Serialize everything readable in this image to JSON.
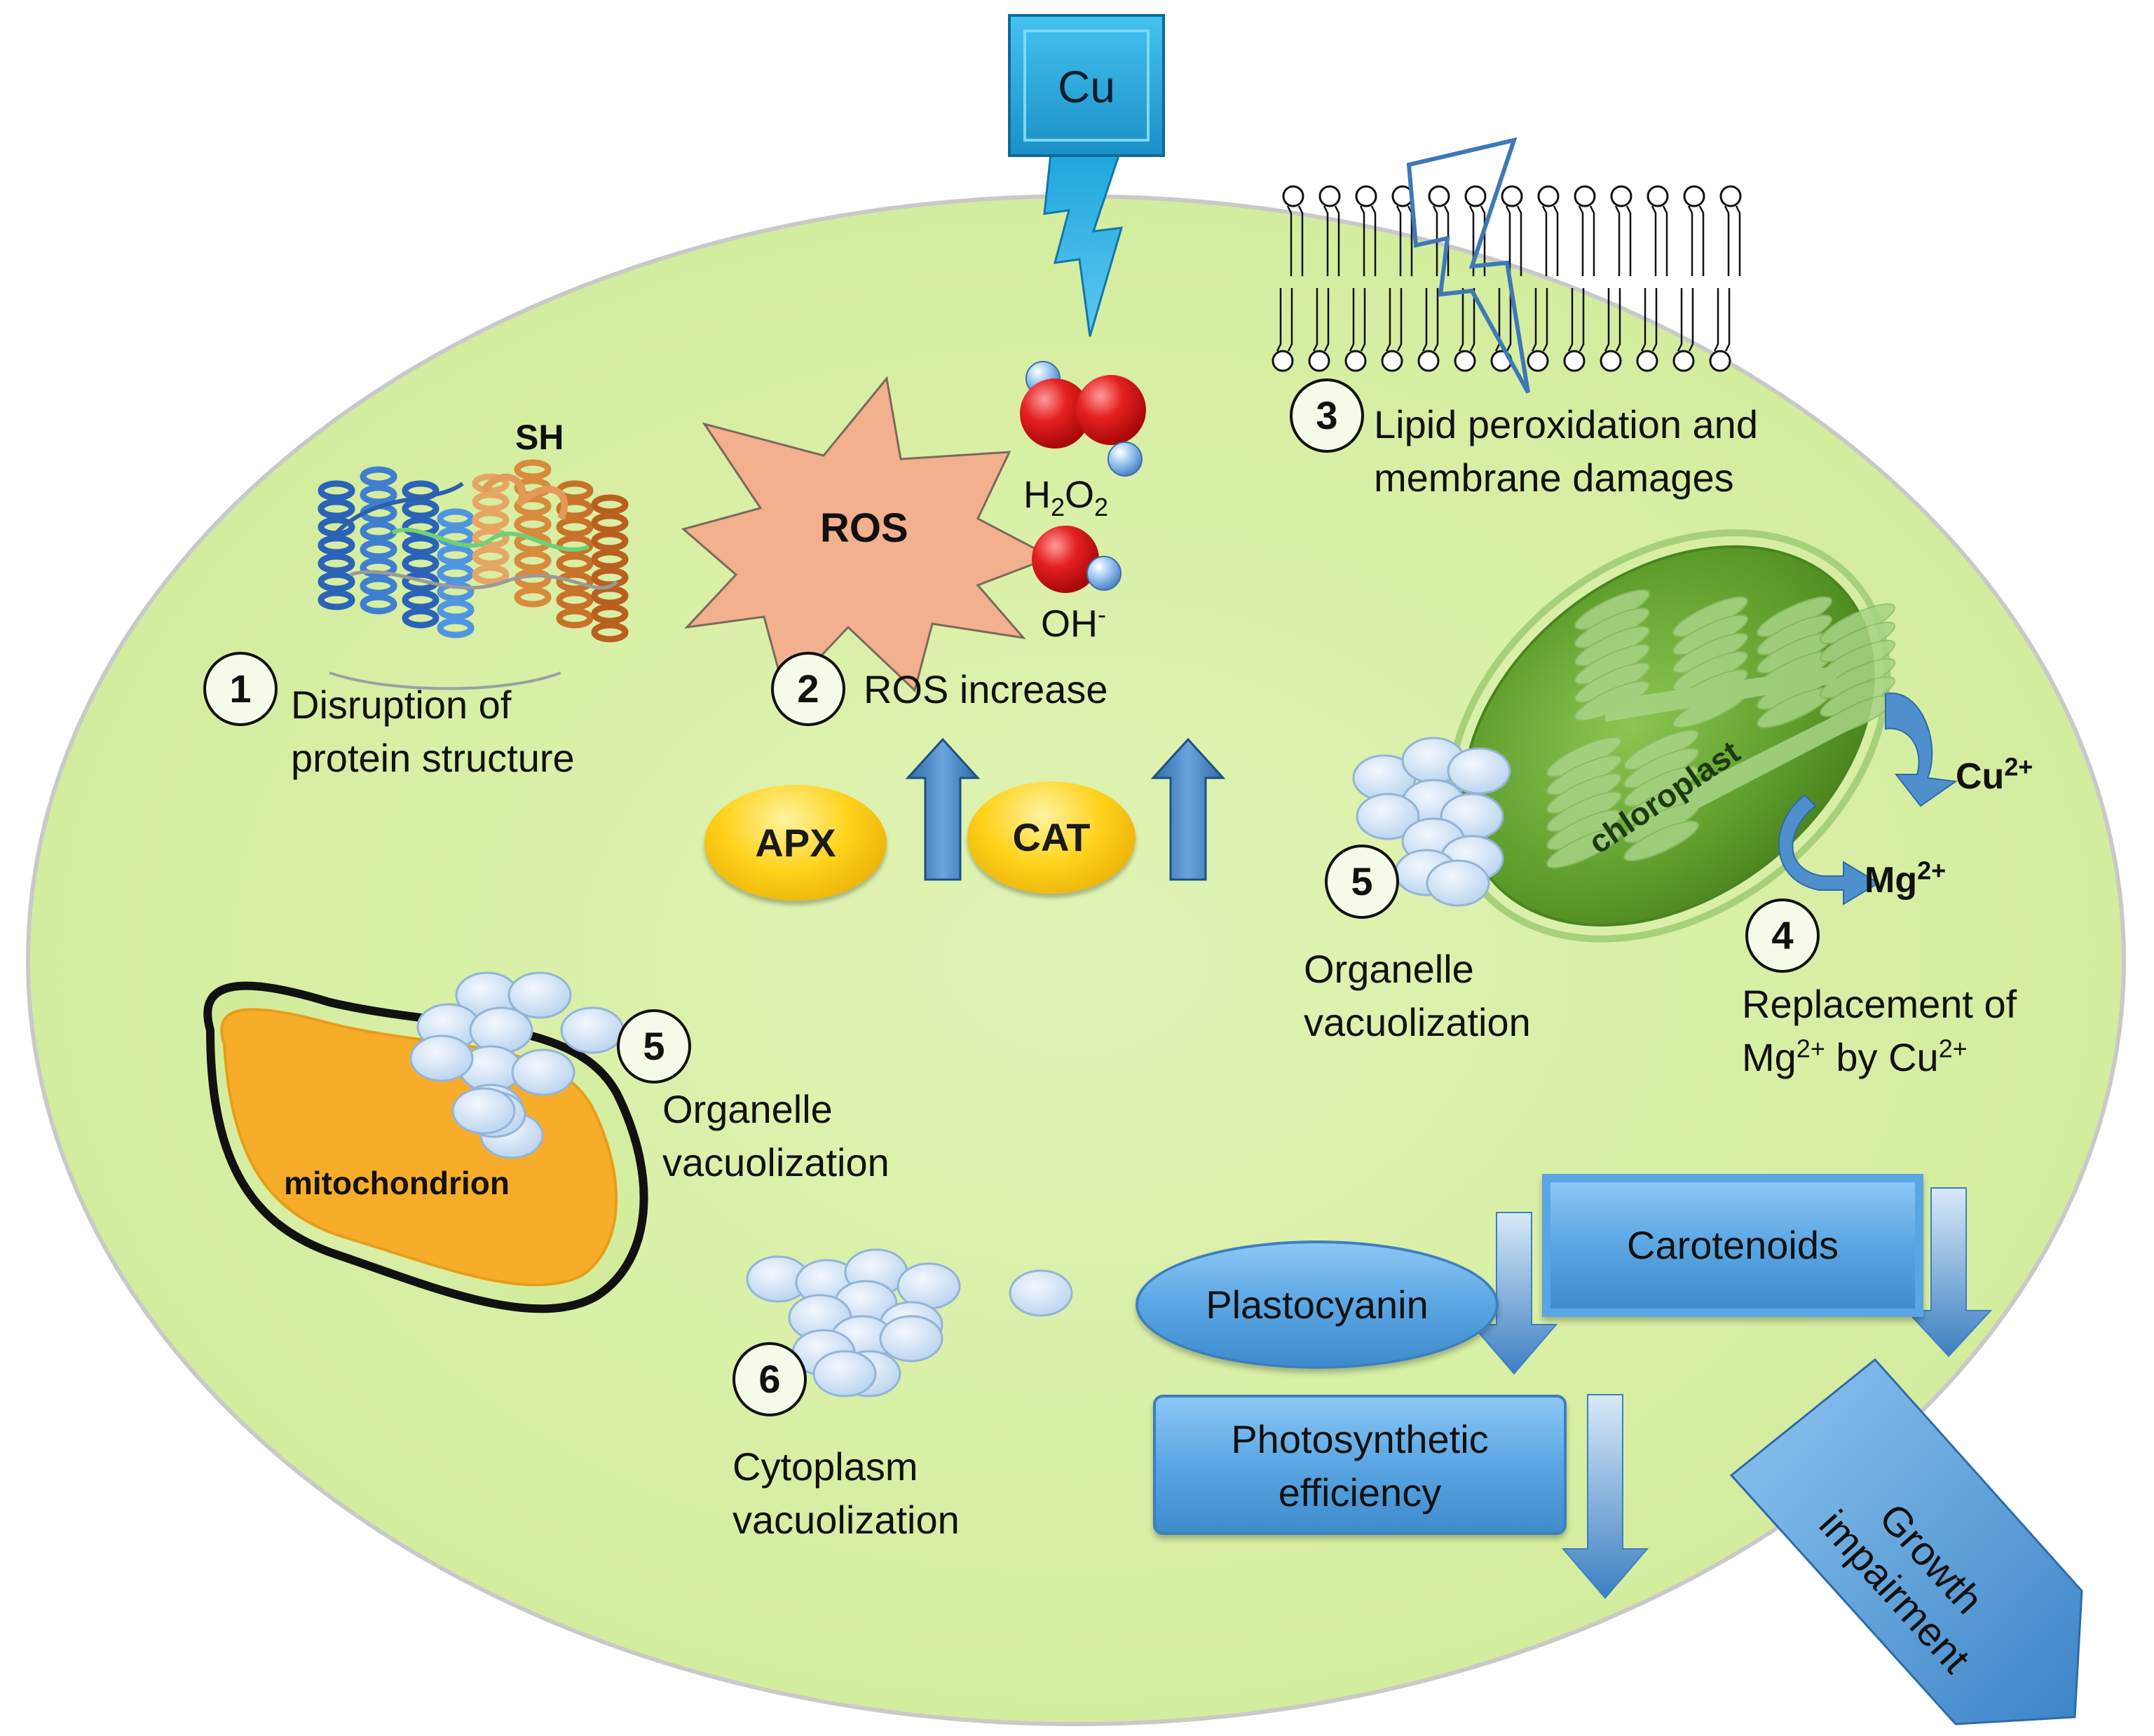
{
  "cu_label": "Cu",
  "sh_label": "SH",
  "ros_label": "ROS",
  "h2o2": {
    "main": "H",
    "sub1": "2",
    "mid": "O",
    "sub2": "2"
  },
  "oh": {
    "main": "OH",
    "sup": "-"
  },
  "steps": {
    "s1": {
      "num": "1",
      "line1": "Disruption of",
      "line2": "protein structure"
    },
    "s2": {
      "num": "2",
      "line1": "ROS increase"
    },
    "s3": {
      "num": "3",
      "line1": "Lipid peroxidation and",
      "line2": "membrane damages"
    },
    "s4": {
      "num": "4",
      "line1": "Replacement of",
      "mg": "Mg",
      "by": " by Cu",
      "sup": "2+"
    },
    "s5a": {
      "num": "5",
      "line1": "Organelle",
      "line2": "vacuolization"
    },
    "s5b": {
      "num": "5",
      "line1": "Organelle",
      "line2": "vacuolization"
    },
    "s6": {
      "num": "6",
      "line1": "Cytoplasm",
      "line2": "vacuolization"
    }
  },
  "enzymes": {
    "apx": "APX",
    "cat": "CAT"
  },
  "chloroplast_label": "chloroplast",
  "ions": {
    "cu": "Cu",
    "mg": "Mg",
    "sup": "2+"
  },
  "mitochondrion_label": "mitochondrion",
  "boxes": {
    "plastocyanin": "Plastocyanin",
    "carotenoids": "Carotenoids",
    "photo_line1": "Photosynthetic",
    "photo_line2": "efficiency"
  },
  "growth": {
    "line1": "Growth",
    "line2": "impairment"
  },
  "colors": {
    "cell": "#d9f0a6",
    "ros_star": "#f2b08e",
    "mito": "#f7ad2a",
    "chloroplast": "#6aa832",
    "arrow_blue": "#4f8fcc"
  }
}
